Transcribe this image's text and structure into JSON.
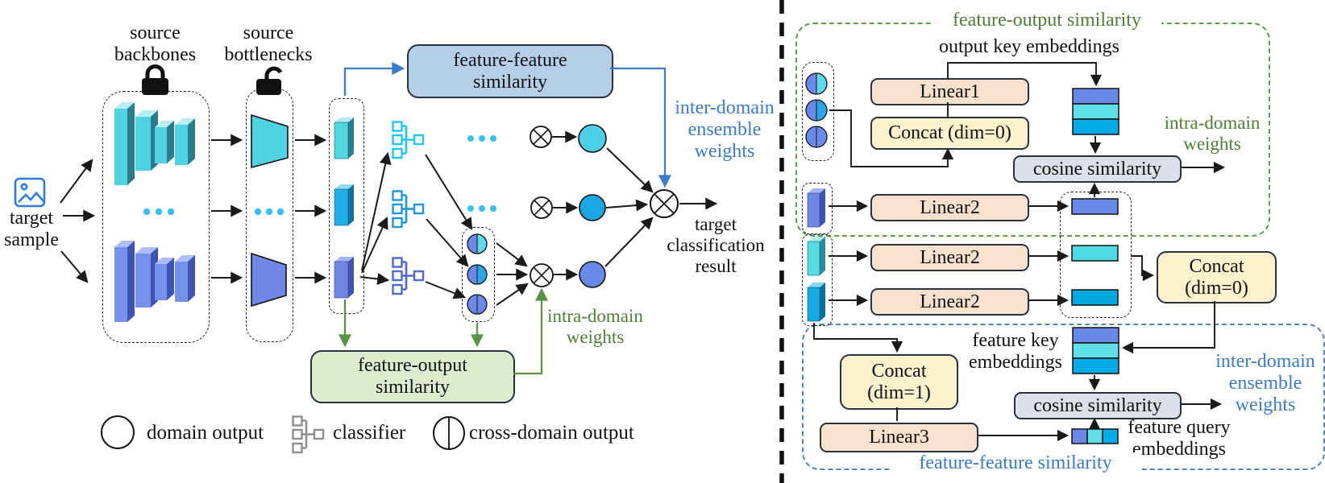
{
  "figure": {
    "description": "two-panel architecture diagram of a multi-source domain ensemble method"
  },
  "colors": {
    "blue_text": "#3b7cc8",
    "green_text": "#4e7e35",
    "feature_feature_box": "#b6cfe9",
    "feature_output_box": "#ddeccf",
    "linear_box": "#fae1cd",
    "concat_box": "#fdf2cd",
    "cosine_box": "#dce0e8",
    "periwinkle": "#6b8ae8",
    "cyan": "#5fd9e8",
    "sky_blue": "#29a8e8",
    "teal": "#4fd3e2",
    "divider": "#111111"
  },
  "left": {
    "target_sample": "target\nsample",
    "source_backbones": "source\nbackbones",
    "source_bottlenecks": "source\nbottlenecks",
    "feature_feature_similarity": "feature-feature\nsimilarity",
    "feature_output_similarity": "feature-output\nsimilarity",
    "inter_domain_ensemble_weights": "inter-domain\nensemble\nweights",
    "intra_domain_weights": "intra-domain\nweights",
    "target_classification_result": "target\nclassification\nresult"
  },
  "legend": {
    "domain_output": "domain output",
    "classifier": "classifier",
    "cross_domain_output": "cross-domain output"
  },
  "right": {
    "feature_output_similarity_title": "feature-output similarity",
    "feature_feature_similarity_title": "feature-feature similarity",
    "output_key_embeddings": "output key embeddings",
    "linear1": "Linear1",
    "linear2": "Linear2",
    "linear3": "Linear3",
    "concat_dim0_inline": "Concat (dim=0)",
    "concat_dim0": "Concat\n(dim=0)",
    "concat_dim1": "Concat\n(dim=1)",
    "cosine_similarity": "cosine similarity",
    "intra_domain_weights": "intra-domain\nweights",
    "inter_domain_ensemble_weights": "inter-domain\nensemble\nweights",
    "feature_key_embeddings": "feature key\nembeddings",
    "feature_query_embeddings": "feature query\nembeddings"
  }
}
